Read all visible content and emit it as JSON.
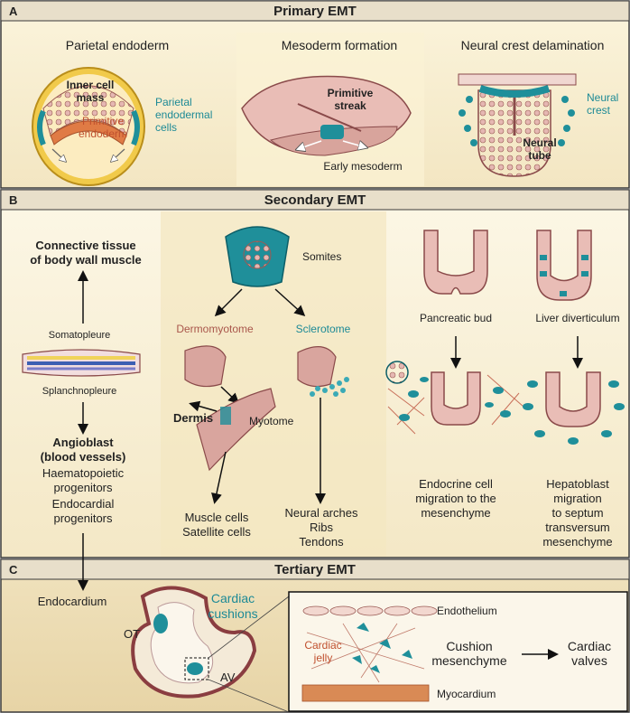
{
  "panelA": {
    "letter": "A",
    "title": "Primary EMT",
    "sub1": {
      "heading": "Parietal endoderm",
      "inner_cell_mass": [
        "Inner cell",
        "mass"
      ],
      "parietal_cells": [
        "Parietal",
        "endodermal",
        "cells"
      ],
      "primitive_endoderm": [
        "Primitive",
        "endoderm"
      ]
    },
    "sub2": {
      "heading": "Mesoderm formation",
      "primitive_streak": [
        "Primitive",
        "streak"
      ],
      "early_mesoderm": "Early mesoderm"
    },
    "sub3": {
      "heading": "Neural crest delamination",
      "neural_crest": [
        "Neural",
        "crest"
      ],
      "neural_tube": [
        "Neural",
        "tube"
      ]
    }
  },
  "panelB": {
    "letter": "B",
    "title": "Secondary EMT",
    "col1": {
      "connective": [
        "Connective tissue",
        "of body wall muscle"
      ],
      "somatopleure": "Somatopleure",
      "splanchnopleure": "Splanchnopleure",
      "angioblast": [
        "Angioblast",
        "(blood vessels)"
      ],
      "haematopoietic": [
        "Haematopoietic",
        "progenitors"
      ],
      "endocardial": [
        "Endocardial",
        "progenitors"
      ]
    },
    "col2": {
      "somites": "Somites",
      "dermomyotome": "Dermomyotome",
      "sclerotome": "Sclerotome",
      "dermis": "Dermis",
      "myotome": "Myotome",
      "muscle": [
        "Muscle cells",
        "Satellite cells"
      ],
      "neural_arches": [
        "Neural arches",
        "Ribs",
        "Tendons"
      ]
    },
    "col3": {
      "pancreatic_bud": "Pancreatic bud",
      "endocrine": [
        "Endocrine cell",
        "migration to the",
        "mesenchyme"
      ]
    },
    "col4": {
      "liver": "Liver diverticulum",
      "hepatoblast": [
        "Hepatoblast",
        "migration",
        "to septum",
        "transversum",
        "mesenchyme"
      ]
    }
  },
  "panelC": {
    "letter": "C",
    "title": "Tertiary EMT",
    "endocardium": "Endocardium",
    "ot": "OT",
    "av": "AV",
    "cardiac_cushions": [
      "Cardiac",
      "cushions"
    ],
    "endothelium": "Endothelium",
    "cardiac_jelly": [
      "Cardiac",
      "jelly"
    ],
    "cushion_mesenchyme": [
      "Cushion",
      "mesenchyme"
    ],
    "cardiac_valves": [
      "Cardiac",
      "valves"
    ],
    "myocardium": "Myocardium"
  },
  "colors": {
    "teal": "#1f8f9a",
    "cell_pink": "#e8c3c0",
    "cell_outline": "#8a4a4a",
    "header_band": "#e9e1ce",
    "panel_bg": "#fbf3db",
    "label_dark": "#222222",
    "label_teal": "#1d8a96",
    "label_red": "#c0502e"
  }
}
